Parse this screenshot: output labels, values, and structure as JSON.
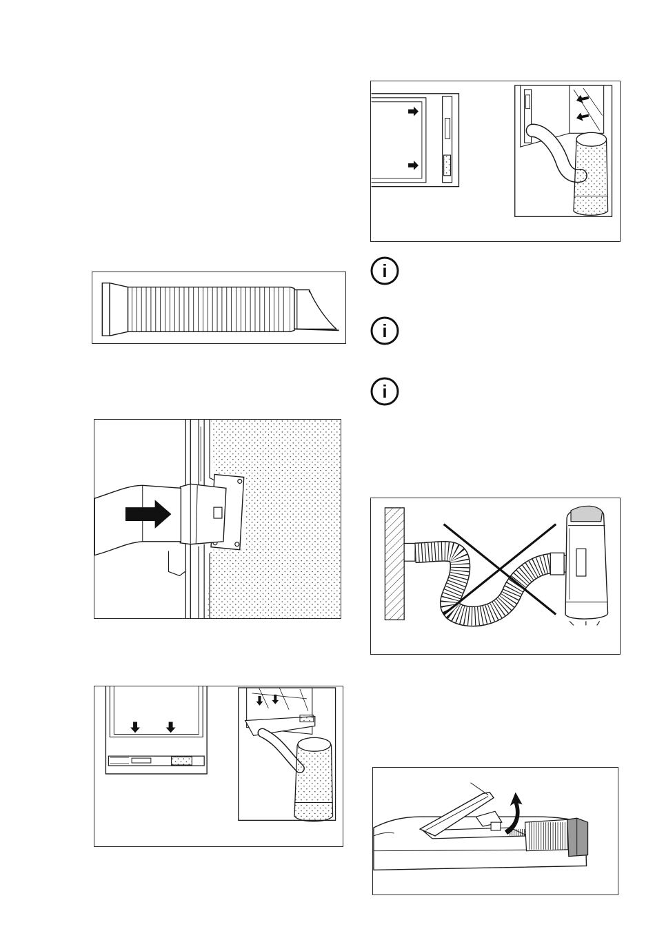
{
  "page": {
    "background": "#ffffff",
    "line_color": "#1a1a1a"
  },
  "figures": {
    "hose": {
      "icon": "flexible-exhaust-hose"
    },
    "hose_into_adapter": {
      "icon": "arrow-right-icon"
    },
    "window_horizontal": {
      "icon": "arrow-down-icon"
    },
    "window_vertical": {
      "icon": "arrow-right-icon"
    },
    "wrong_hose_routing": {
      "icon": "cross-mark-icon"
    },
    "lid_opening": {
      "icon": "curved-arrow-up-icon"
    }
  },
  "info_notes": [
    {
      "icon": "info-icon",
      "symbol": "i"
    },
    {
      "icon": "info-icon",
      "symbol": "i"
    },
    {
      "icon": "info-icon",
      "symbol": "i"
    }
  ]
}
